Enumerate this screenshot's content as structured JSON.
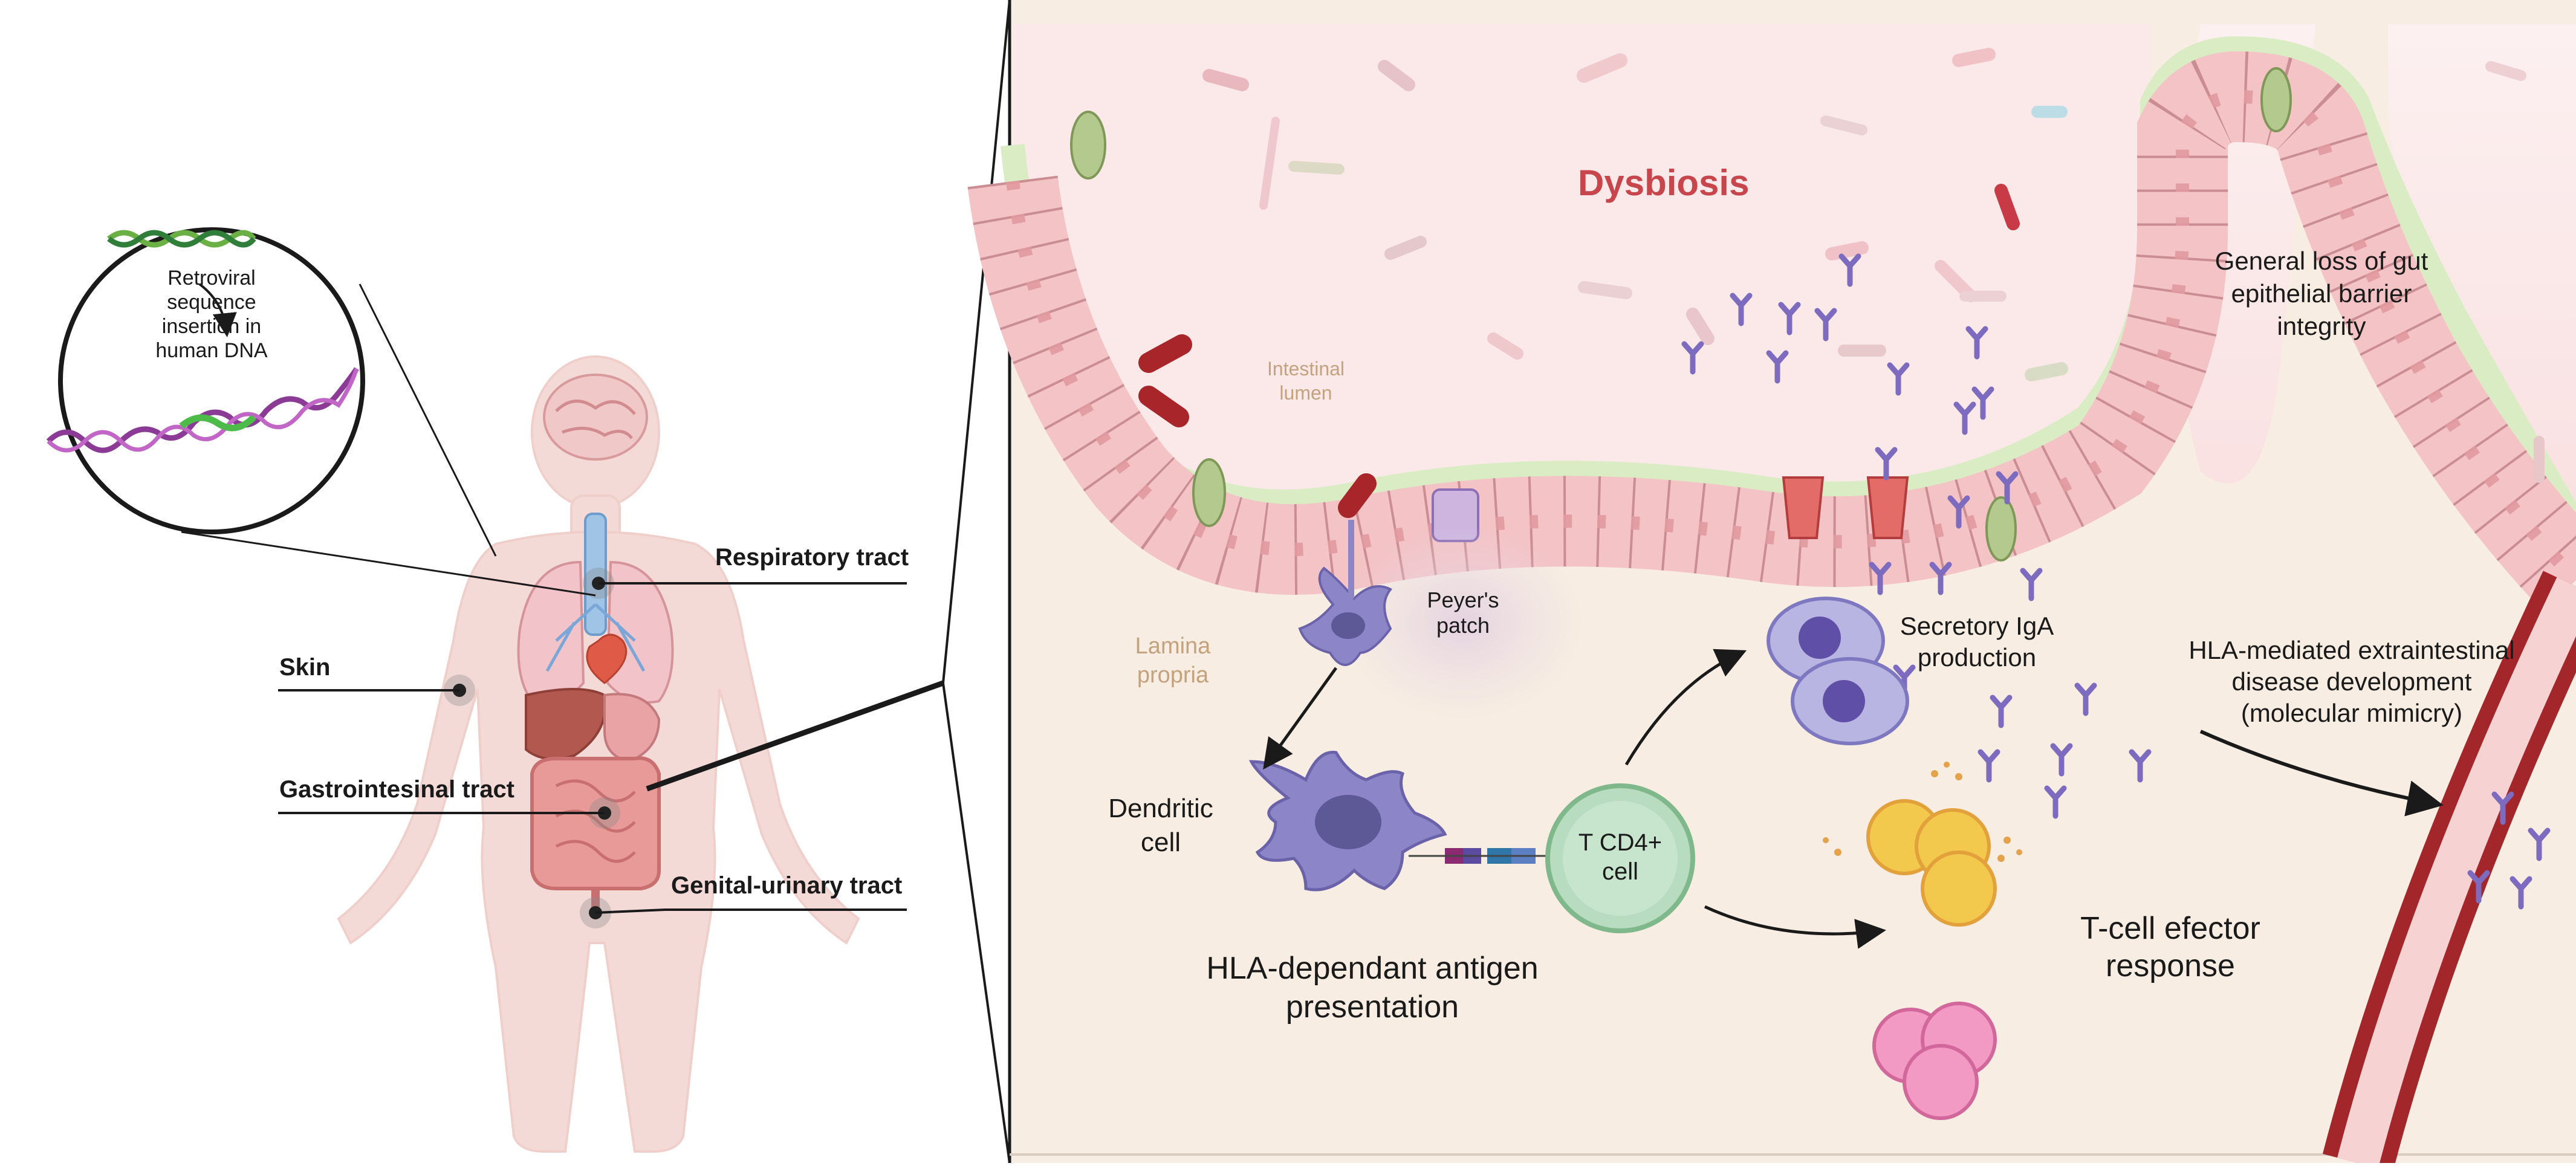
{
  "left_panel": {
    "inset_caption": [
      "Retroviral",
      "sequence",
      "insertion in",
      "human DNA"
    ],
    "sites": {
      "respiratory": "Respiratory tract",
      "skin": "Skin",
      "gastro": "Gastrointesinal tract",
      "genital": "Genital-urinary tract"
    }
  },
  "right_panel": {
    "dysbiosis": "Dysbiosis",
    "lumen": [
      "Intestinal",
      "lumen"
    ],
    "barrier": [
      "General loss of gut",
      "epithelial barrier",
      "integrity"
    ],
    "peyers": [
      "Peyer's",
      "patch"
    ],
    "lamina": [
      "Lamina",
      "propria"
    ],
    "iga": [
      "Secretory IgA",
      "production"
    ],
    "hla_mediated": [
      "HLA-mediated extraintestinal",
      "disease development",
      "(molecular mimicry)"
    ],
    "dendritic": [
      "Dendritic",
      "cell"
    ],
    "tcell": [
      "T CD4+",
      "cell"
    ],
    "antigen": [
      "HLA-dependant antigen",
      "presentation"
    ],
    "effector": [
      "T-cell efector",
      "response"
    ]
  },
  "colors": {
    "lumen_bg": "#fbe9ea",
    "lamina_bg": "#f7ede2",
    "epithelium": "#f3c3c6",
    "mucus": "#d9ecc4",
    "dendritic": "#8c86c9",
    "tcell": "#b7dcbf",
    "antibody": "#7d6bbf",
    "vessel": "#a3262b",
    "body": "#f4dad6"
  }
}
